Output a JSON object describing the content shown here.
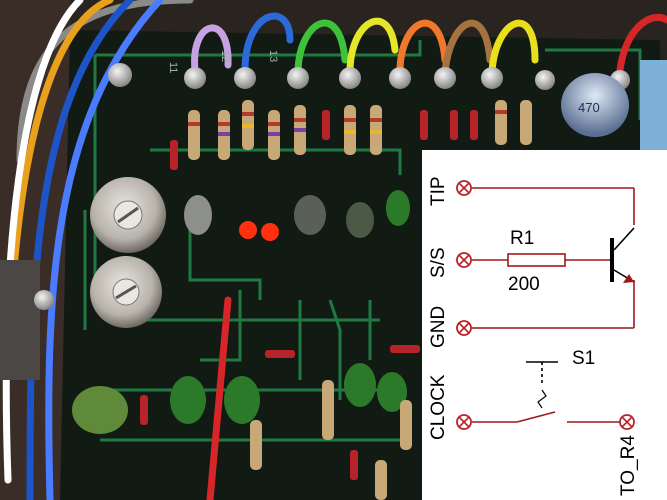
{
  "photo": {
    "pcb_pin_labels": [
      "11",
      "12",
      "13"
    ],
    "capacitor_marking": "470"
  },
  "schematic": {
    "pins": [
      {
        "label": "TIP"
      },
      {
        "label": "S/S"
      },
      {
        "label": "GND"
      },
      {
        "label": "CLOCK"
      },
      {
        "label": "TO_R4"
      }
    ],
    "resistor": {
      "name": "R1",
      "value": "200"
    },
    "switch": {
      "name": "S1"
    }
  },
  "colors": {
    "board": "#121a14",
    "trace": "#1f7a42",
    "wire_schematic": "#a01818",
    "pin": "#b8232a"
  }
}
